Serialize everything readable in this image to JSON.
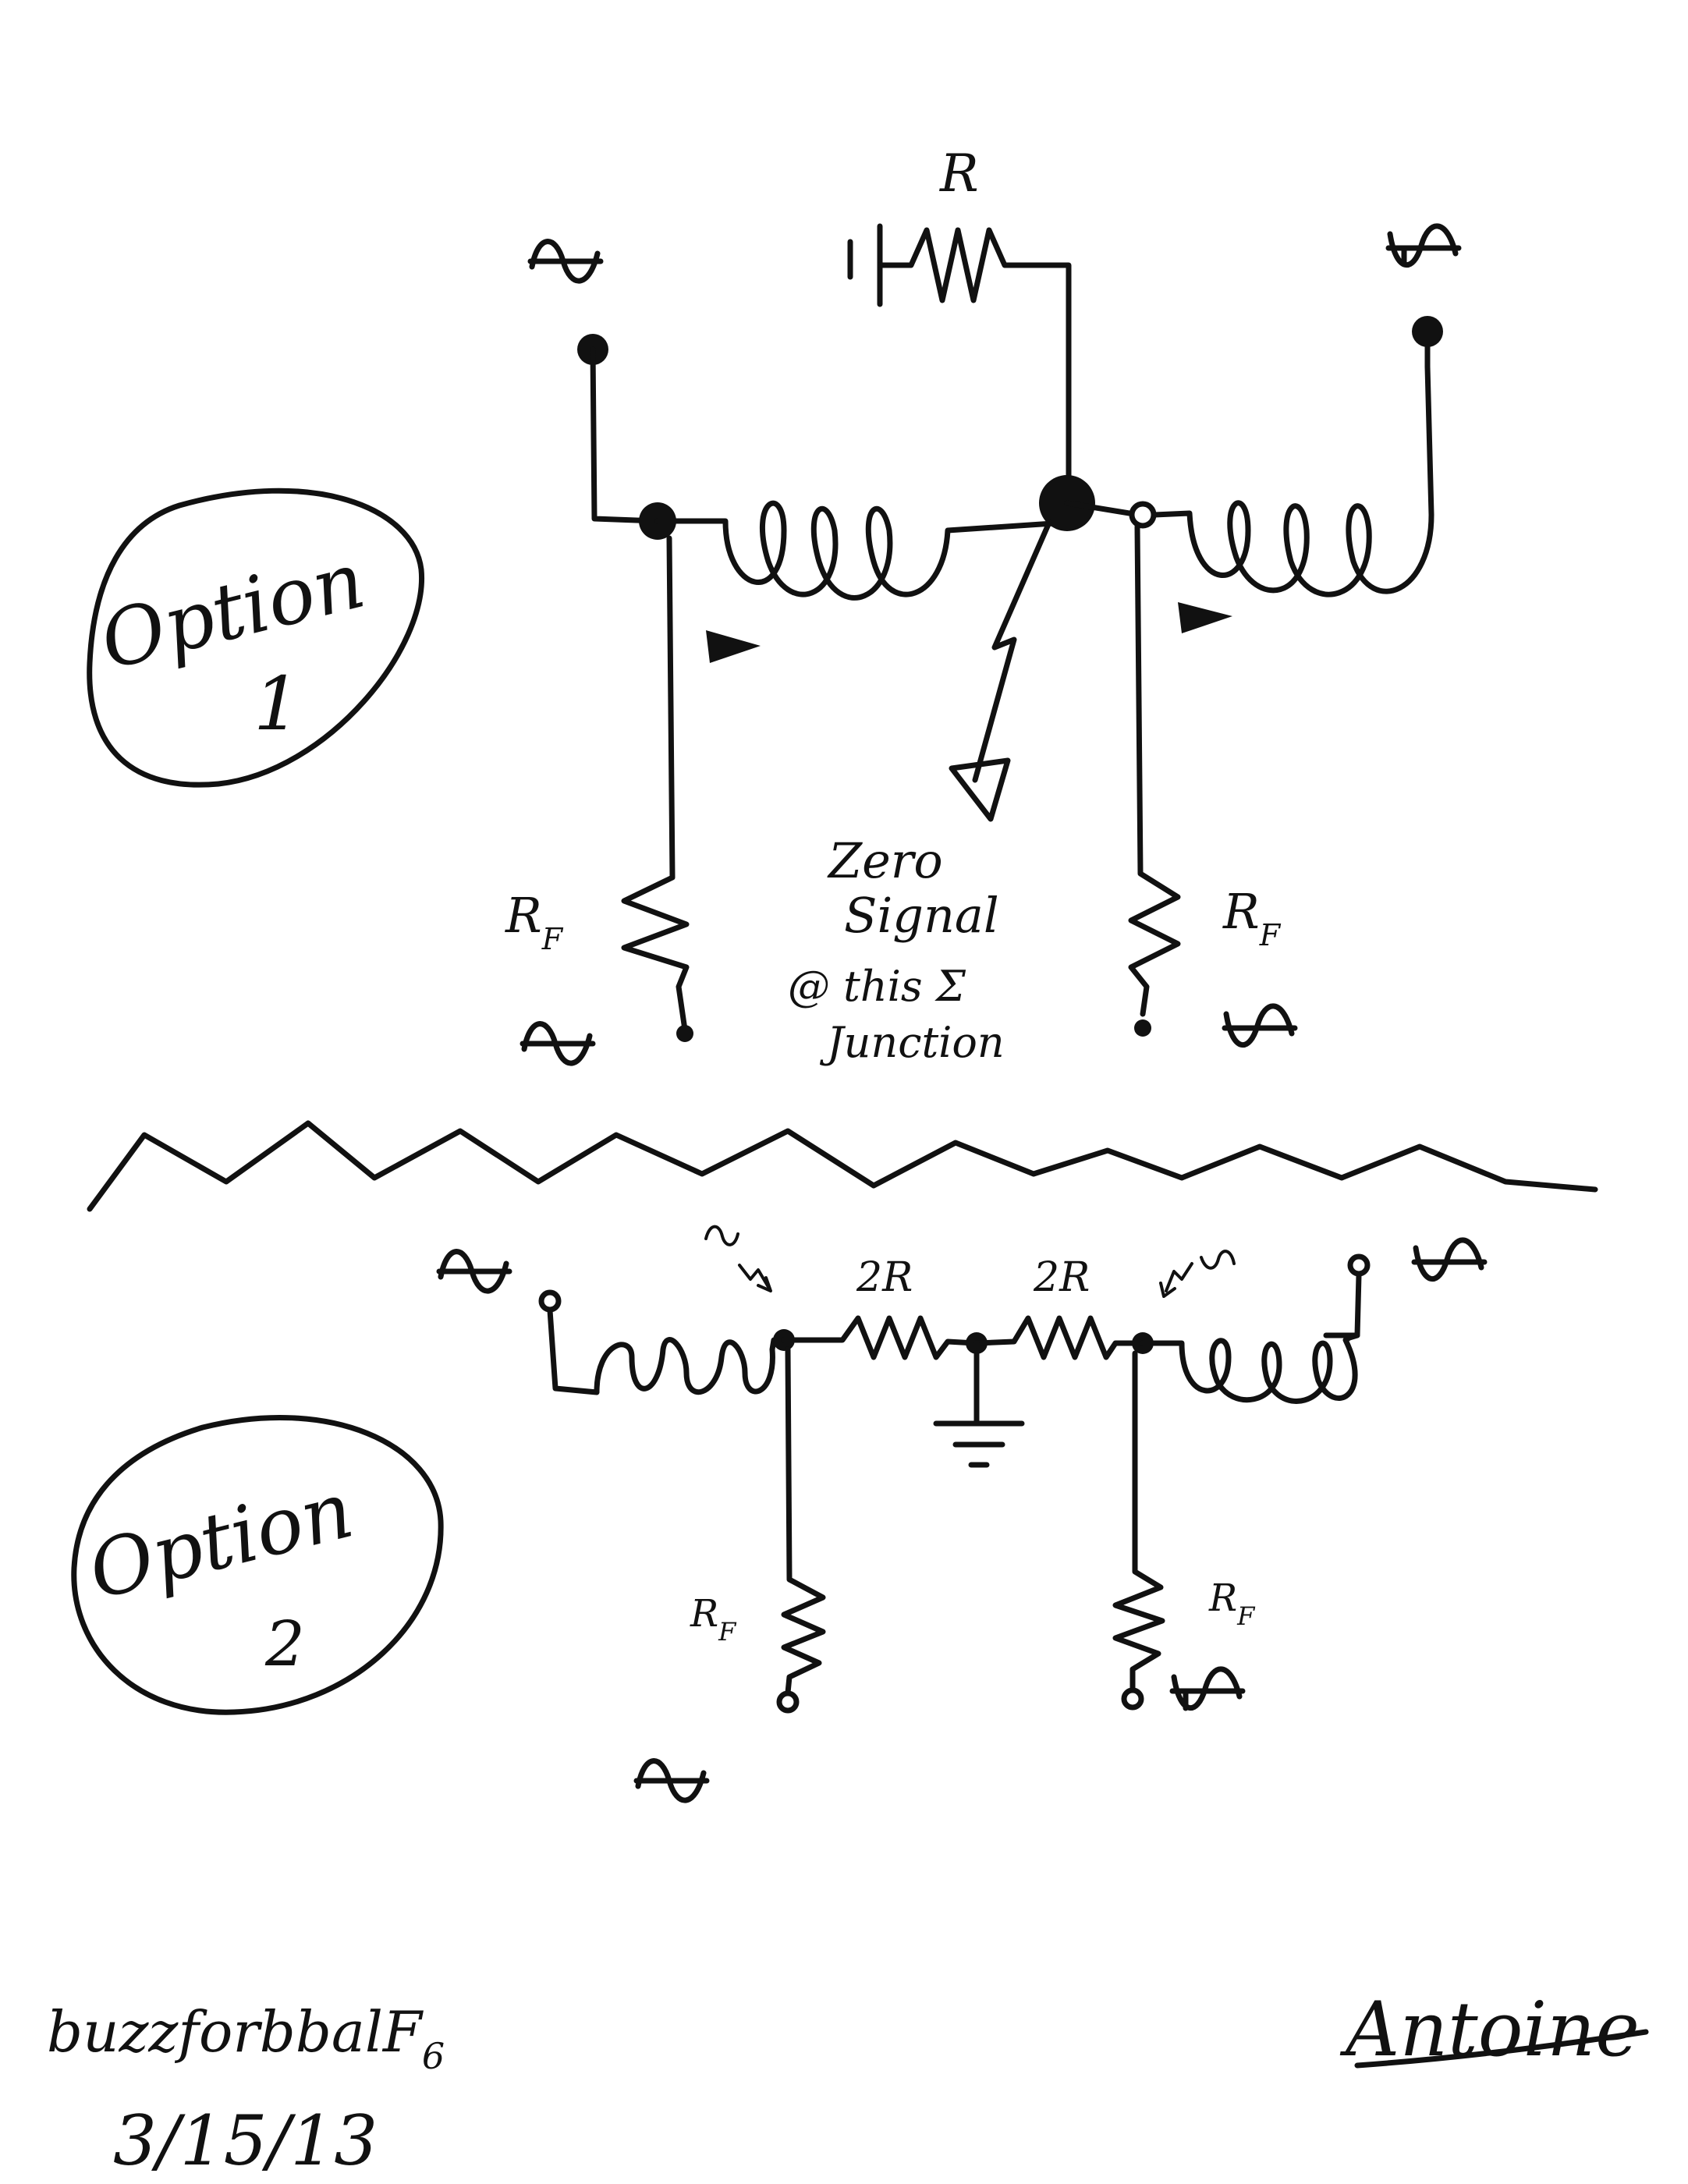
{
  "option1": {
    "title": "Option",
    "number": "1",
    "resistor_top": "R",
    "rf_left_main": "R",
    "rf_left_sub": "F",
    "rf_right_main": "R",
    "rf_right_sub": "F",
    "zero_line1": "Zero",
    "zero_line2": "Signal",
    "note_line1": "@ this Σ",
    "note_line2": "Junction"
  },
  "option2": {
    "title": "Option",
    "number": "2",
    "resistor_left": "2R",
    "resistor_right": "2R",
    "rf_left_main": "R",
    "rf_left_sub": "F",
    "rf_right_main": "R",
    "rf_right_sub": "F"
  },
  "footer": {
    "filename": "buzzforbbalF",
    "filename_sub": "6",
    "date": "3/15/13",
    "signature": "Antoine"
  },
  "symbols": {
    "phase_in_icon": "sine-wave-in-phase-icon",
    "phase_out_icon": "sine-wave-inverted-icon"
  }
}
